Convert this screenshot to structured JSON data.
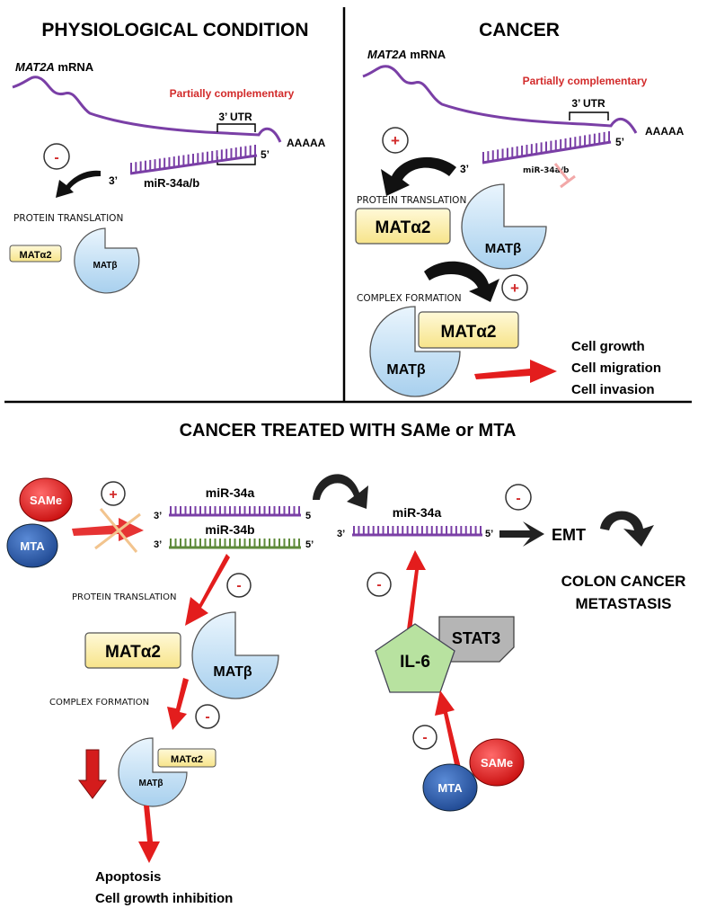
{
  "colors": {
    "mrna": "#7a3fa6",
    "mir34b": "#5e8a3a",
    "red_text": "#d22b2b",
    "red_arrow": "#e31d1d",
    "mat_alpha2_fill": "#fbeda0",
    "mat_beta_fill": "#bcdcf2",
    "same_fill": "#e11616",
    "mta_fill": "#2c5aa6",
    "il6_fill": "#b8e2a0",
    "stat3_fill": "#b5b5b5"
  },
  "panels": {
    "physiological": {
      "title": "PHYSIOLOGICAL CONDITION",
      "mrna_gene": "MAT2A",
      "mrna_suffix": " mRNA",
      "partial": "Partially complementary",
      "utr": "3’ UTR",
      "poly_a": "AAAAA",
      "five_prime": "5’",
      "three_prime": "3’",
      "mirna": "miR-34a/b",
      "sign": "-",
      "translation": "PROTEIN TRANSLATION",
      "mat_alpha2": "MATα2",
      "mat_beta": "MATβ"
    },
    "cancer": {
      "title": "CANCER",
      "mrna_gene": "MAT2A",
      "mrna_suffix": " mRNA",
      "partial": "Partially complementary",
      "utr": "3’ UTR",
      "poly_a": "AAAAA",
      "five_prime": "5’",
      "three_prime": "3’",
      "mirna": "miR-34a/b",
      "sign_translation": "+",
      "translation": "PROTEIN TRANSLATION",
      "mat_alpha2": "MATα2",
      "mat_beta": "MATβ",
      "complex": "COMPLEX FORMATION",
      "sign_complex": "+",
      "complex_alpha2": "MATα2",
      "complex_beta": "MATβ",
      "outcomes": [
        "Cell growth",
        "Cell migration",
        "Cell invasion"
      ]
    },
    "treated": {
      "title": "CANCER TREATED WITH SAMe or MTA",
      "same": "SAMe",
      "mta": "MTA",
      "sign_plus": "+",
      "mir34a": "miR-34a",
      "mir34b": "miR-34b",
      "three_a": "3’",
      "five_a": "5",
      "three_b": "3’",
      "five_b": "5’",
      "translation": "PROTEIN TRANSLATION",
      "sign_translation": "-",
      "mat_alpha2": "MATα2",
      "mat_beta": "MATβ",
      "complex": "COMPLEX FORMATION",
      "sign_complex": "-",
      "complex_alpha2": "MATα2",
      "complex_beta": "MATβ",
      "outcomes": [
        "Apoptosis",
        "Cell growth inhibition"
      ],
      "right_mir34a": "miR-34a",
      "right_three": "3’",
      "right_five": "5’",
      "sign_emt": "-",
      "emt": "EMT",
      "metastasis": [
        "COLON CANCER",
        "METASTASIS"
      ],
      "il6": "IL-6",
      "stat3": "STAT3",
      "sign_il6": "-",
      "sign_bottom": "-",
      "mta_bottom": "MTA",
      "same_bottom": "SAMe"
    }
  }
}
